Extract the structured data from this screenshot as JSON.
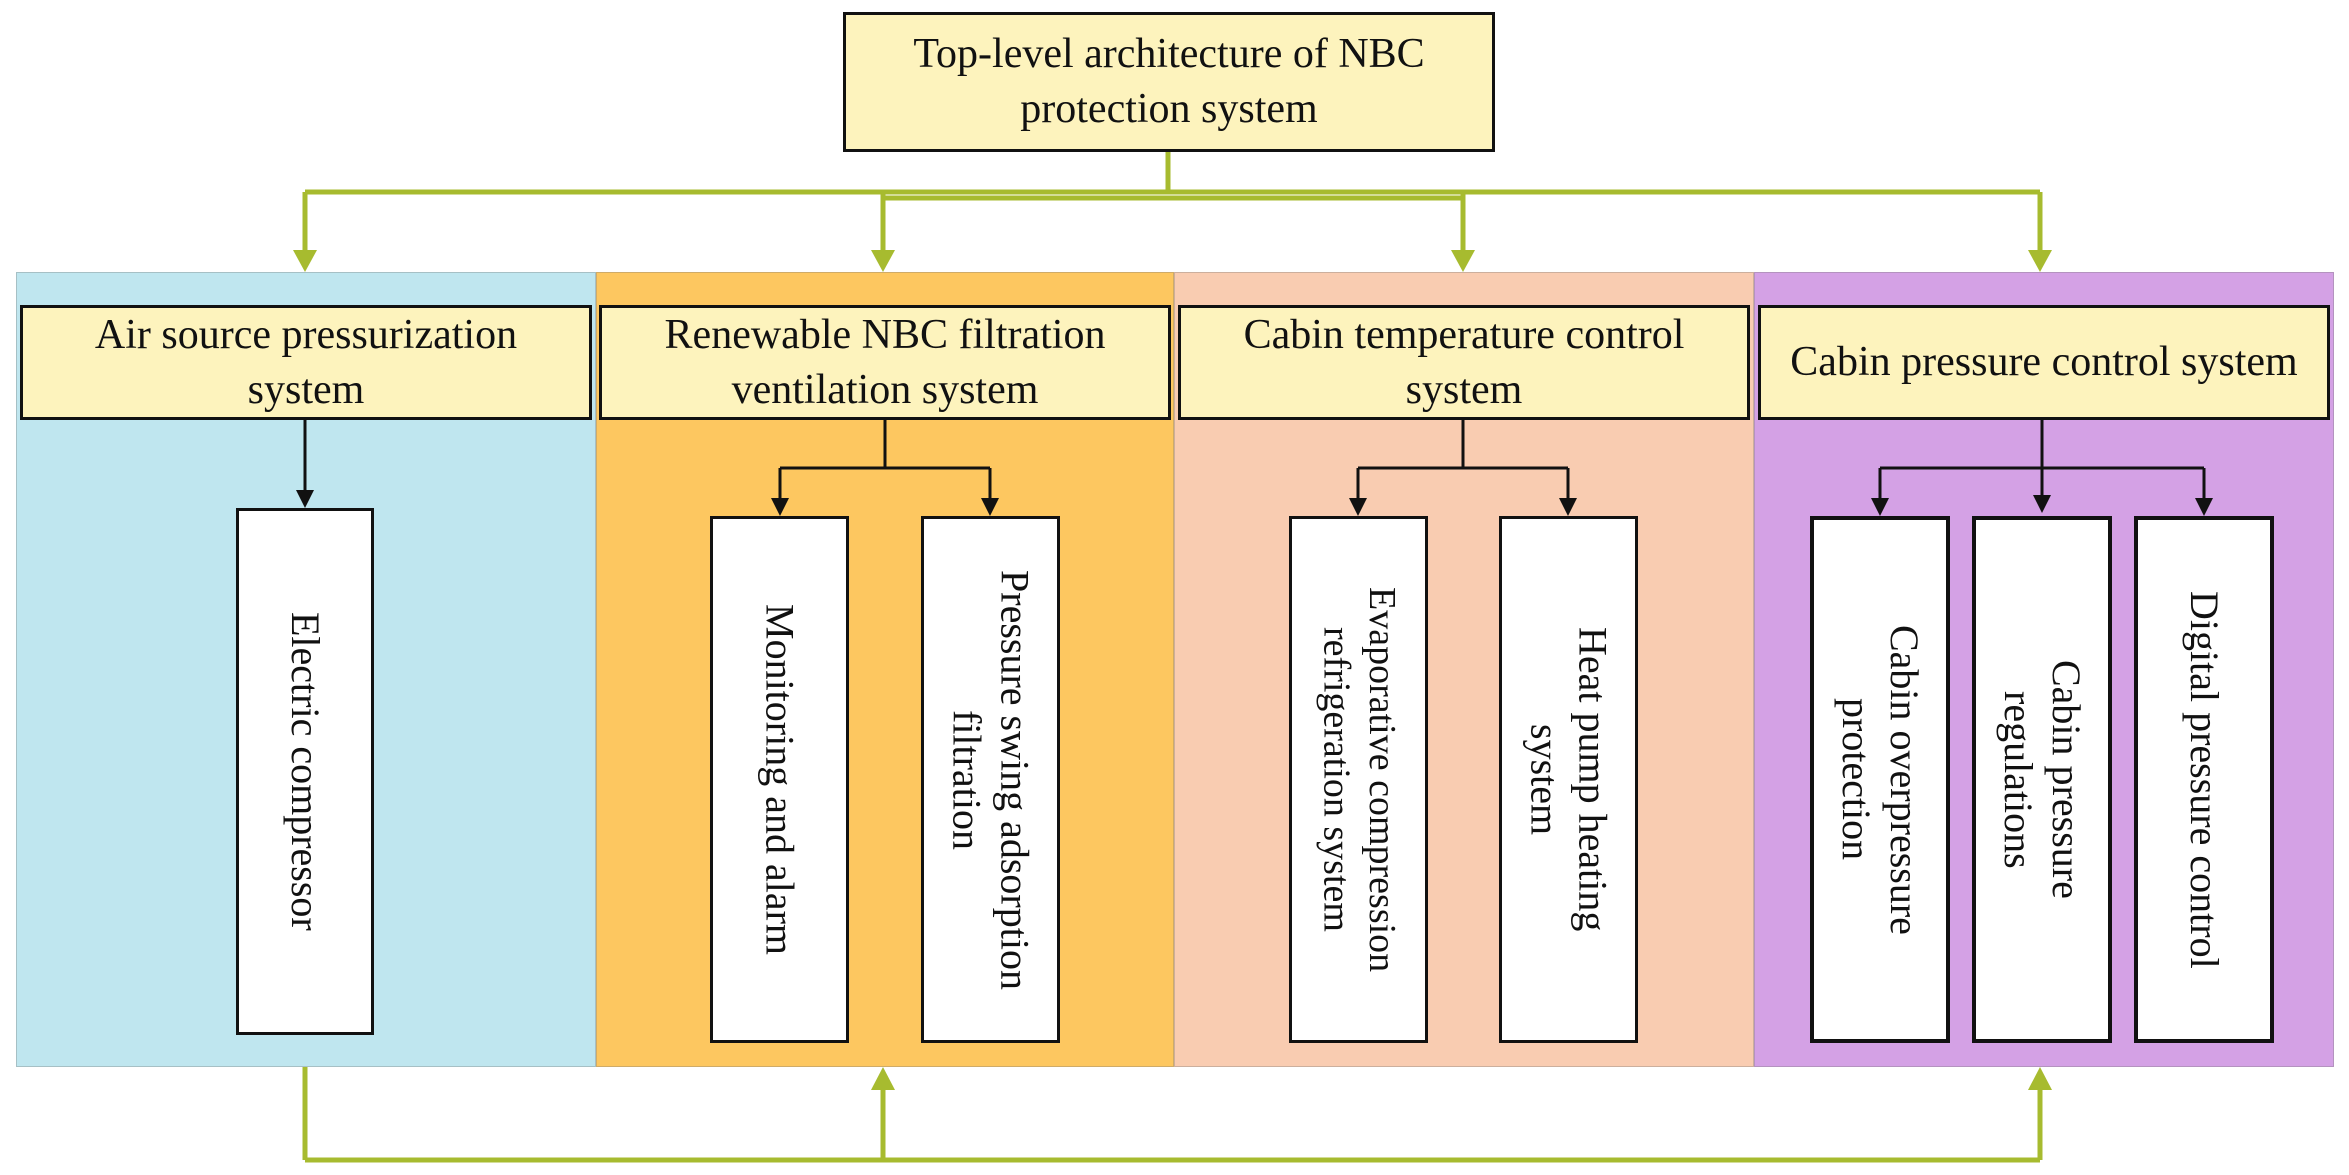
{
  "colors": {
    "panel_1": "#bfe6ef",
    "panel_2": "#fdc760",
    "panel_3": "#f9ccb1",
    "panel_4": "#d4a1e5",
    "box_fill": "#fdf3bd",
    "green_connector": "#a7bb2f",
    "black_connector": "#111111"
  },
  "top": {
    "title": "Top-level architecture of NBC protection system"
  },
  "subsystems": [
    {
      "title": "Air source pressurization system",
      "components": [
        "Electric compressor"
      ]
    },
    {
      "title": "Renewable NBC filtration ventilation system",
      "components": [
        "Monitoring and alarm",
        "Pressure swing adsorption filtration"
      ]
    },
    {
      "title": "Cabin temperature control system",
      "components": [
        "Evaporative compression refrigeration system",
        "Heat pump heating system"
      ]
    },
    {
      "title": "Cabin pressure control system",
      "components": [
        "Cabin overpressure protection",
        "Cabin pressure regulations",
        "Digital pressure control"
      ]
    }
  ]
}
